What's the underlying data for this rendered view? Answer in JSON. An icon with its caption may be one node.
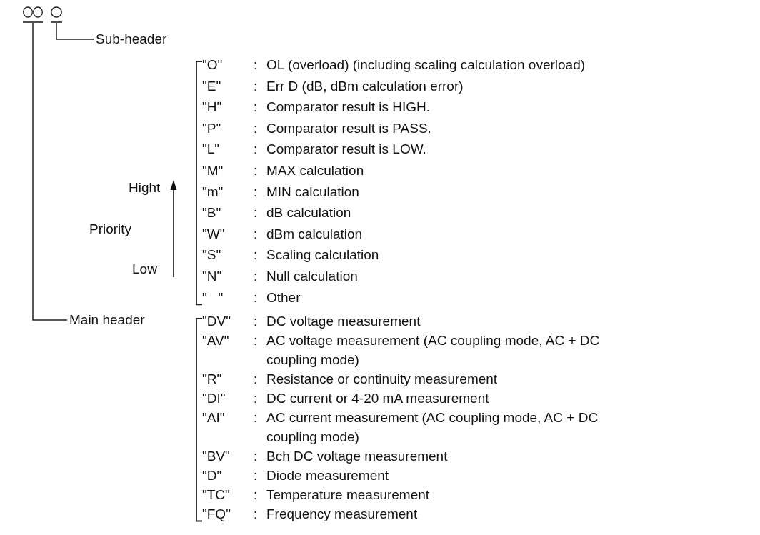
{
  "diagram": {
    "nodes": [
      {
        "text": [],
        "shape": "circle"
      },
      {
        "text": [],
        "shape": "circle"
      },
      {
        "text": [],
        "shape": "circle"
      },
      {
        "text": [
          "Sub-header"
        ]
      },
      {
        "text": [
          "Main header"
        ]
      }
    ],
    "edges": [
      {
        "from": 0,
        "to": 4,
        "arrow": "none"
      },
      {
        "from": 1,
        "to": 4,
        "arrow": "none"
      },
      {
        "from": 2,
        "to": 3,
        "arrow": "none"
      }
    ],
    "labels": [
      "Hight",
      "Priority",
      "Low",
      "\"O\"",
      ":",
      "OL (overload) (including scaling calculation overload)",
      "\"E\"",
      ":",
      "Err D (dB, dBm calculation error)",
      "\"H\"",
      ":",
      "Comparator result is HIGH.",
      "\"P\"",
      ":",
      "Comparator result is PASS.",
      "\"L\"",
      ":",
      "Comparator result is LOW.",
      "\"M\"",
      ":",
      "MAX calculation",
      "\"m\"",
      ":",
      "MIN calculation",
      "\"B\"",
      ":",
      "dB calculation",
      "\"W\"",
      ":",
      "dBm calculation",
      "\"S\"",
      ":",
      "Scaling  calculation",
      "\"N\"",
      ":",
      "Null calculation",
      "\"   \"",
      ":",
      "Other",
      "\"DV\"",
      ":",
      "DC voltage measurement",
      "\"AV\"",
      ":",
      "AC voltage measurement (AC coupling mode, AC + DC coupling mode)",
      "\"R\"",
      ":",
      "Resistance or continuity measurement",
      "\"DI\"",
      ":",
      "DC current or 4-20 mA measurement",
      "\"AI\"",
      ":",
      "AC current measurement (AC coupling mode, AC + DC coupling mode)",
      "\"BV\"",
      ":",
      "Bch DC voltage measurement",
      "\"D\"",
      ":",
      "Diode measurement",
      "\"TC\"",
      ":",
      "Temperature measurement",
      "\"FQ\"",
      ":",
      "Frequency measurement"
    ]
  }
}
